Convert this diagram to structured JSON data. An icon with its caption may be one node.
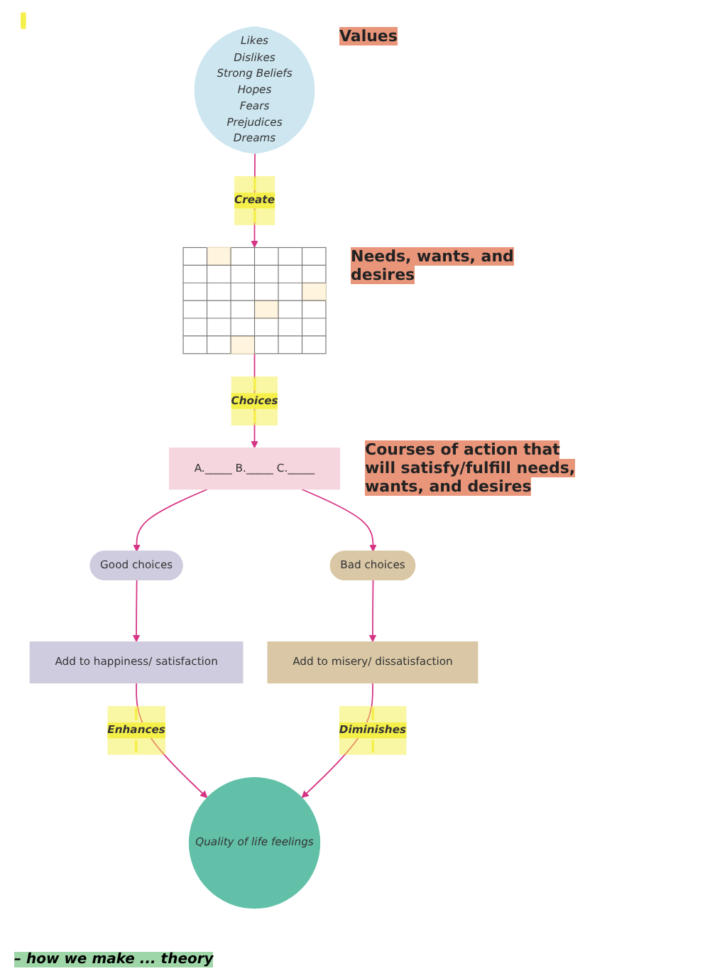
{
  "diagram": {
    "nodes": [
      {
        "text": [
          "Likes",
          "Dislikes",
          "Strong Beliefs",
          "Hopes",
          "Fears",
          "Prejudices",
          "Dreams"
        ],
        "beside": [
          "Values"
        ]
      },
      {
        "text": [],
        "shape": "box",
        "beside": [
          "Needs, wants, and desires"
        ]
      },
      {
        "text": [
          "A._____ B._____ C._____"
        ],
        "beside": [
          "Courses of action that will satisfy/fulfill needs, wants, and desires"
        ]
      },
      {
        "text": [
          "Good choices"
        ]
      },
      {
        "text": [
          "Bad choices"
        ]
      },
      {
        "text": [
          "Add to happiness/ satisfaction"
        ]
      },
      {
        "text": [
          "Add to misery/ dissatisfaction"
        ]
      },
      {
        "text": [
          "Quality of life feelings"
        ]
      }
    ],
    "edges": [
      {
        "from": 0,
        "to": 1,
        "arrow": "to",
        "label": "Create"
      },
      {
        "from": 1,
        "to": 2,
        "arrow": "to",
        "label": "Choices"
      },
      {
        "from": 2,
        "to": 3,
        "arrow": "to"
      },
      {
        "from": 2,
        "to": 4,
        "arrow": "to"
      },
      {
        "from": 3,
        "to": 5,
        "arrow": "to"
      },
      {
        "from": 4,
        "to": 6,
        "arrow": "to"
      },
      {
        "from": 5,
        "to": 7,
        "arrow": "to",
        "label": "Enhances"
      },
      {
        "from": 6,
        "to": 7,
        "arrow": "to",
        "label": "Diminishes"
      }
    ],
    "labels": [
      "– how we make ... theory"
    ]
  }
}
